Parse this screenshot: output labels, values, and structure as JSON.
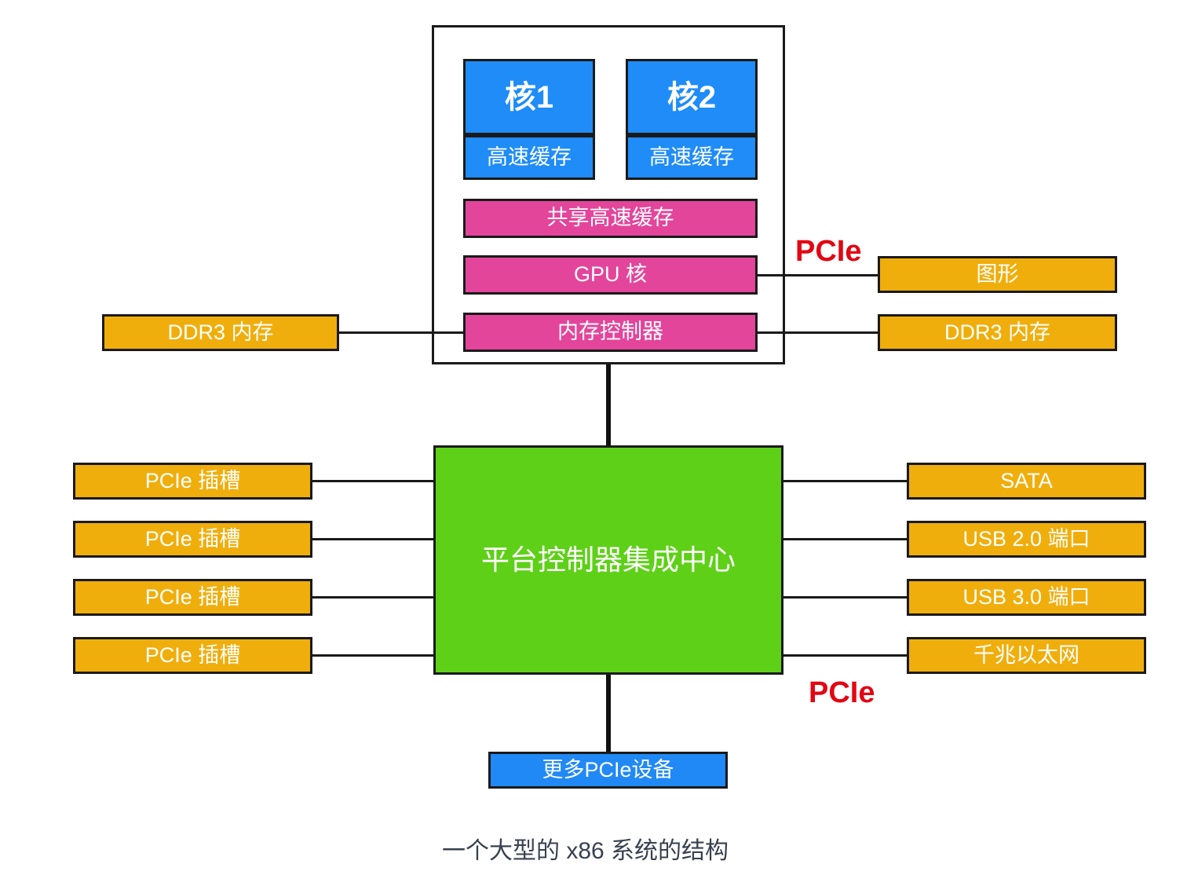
{
  "diagram": {
    "caption": "一个大型的 x86 系统的结构",
    "colors": {
      "core_blue": "#1f8cf7",
      "pink": "#e3459b",
      "orange": "#f0ae0c",
      "green": "#5ed018",
      "blue_box": "#2089f5",
      "pcie_red": "#e30613",
      "outline": "#1a1a1a",
      "caption_text": "#37414f"
    },
    "cpu_package": {
      "cores": [
        {
          "name": "核1",
          "cache": "高速缓存"
        },
        {
          "name": "核2",
          "cache": "高速缓存"
        }
      ],
      "shared_blocks": [
        "共享高速缓存",
        "GPU 核",
        "内存控制器"
      ]
    },
    "memory_left": "DDR3 内存",
    "memory_right": "DDR3 内存",
    "graphics": "图形",
    "pcie_label_top": "PCIe",
    "pcie_label_bottom": "PCIe",
    "hub": "平台控制器集成中心",
    "left_slots": [
      "PCIe 插槽",
      "PCIe 插槽",
      "PCIe 插槽",
      "PCIe 插槽"
    ],
    "right_peripherals": [
      "SATA",
      "USB 2.0 端口",
      "USB 3.0 端口",
      "千兆以太网"
    ],
    "more_devices": "更多PCIe设备"
  }
}
